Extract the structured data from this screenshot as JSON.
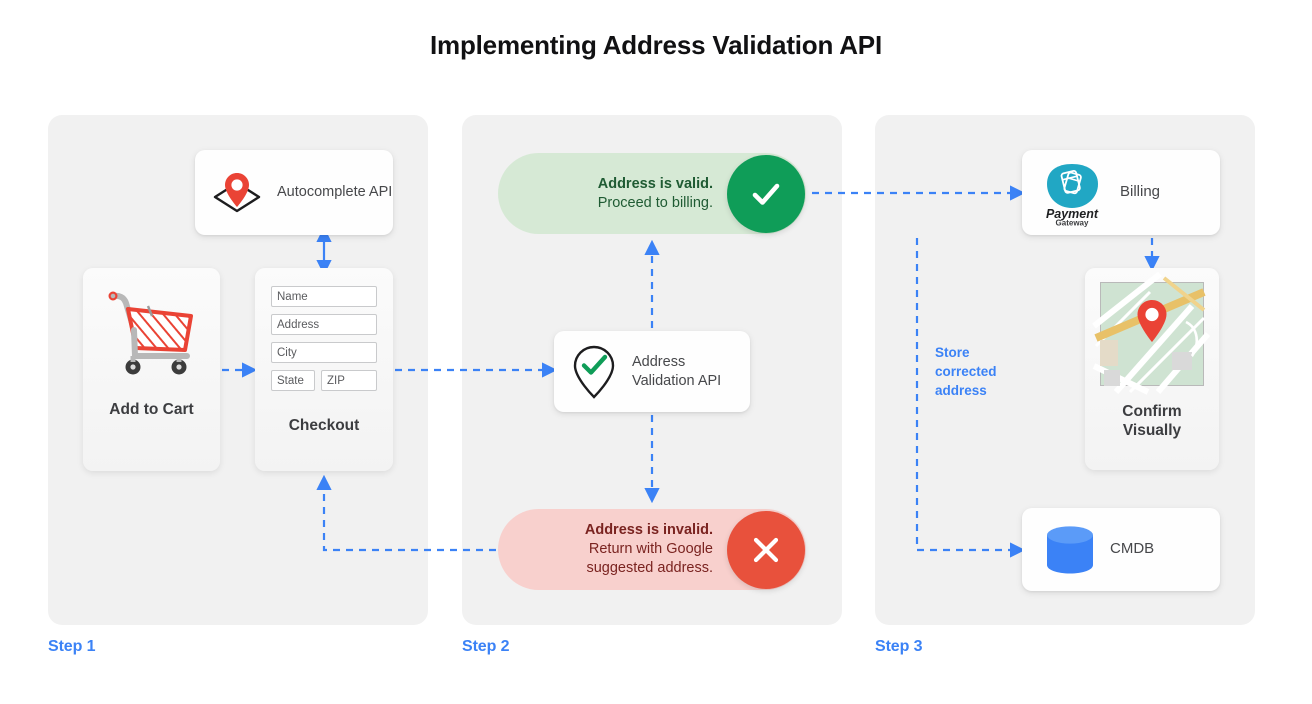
{
  "page": {
    "title": "Implementing Address Validation API",
    "accent_blue": "#3b82f6",
    "panel_bg": "#f1f1f1",
    "valid_green": "#0f9d58",
    "valid_pill_bg": "#d6e9d5",
    "invalid_red": "#e8513c",
    "invalid_pill_bg": "#f8d0cd"
  },
  "steps": [
    {
      "label": "Step 1"
    },
    {
      "label": "Step 2"
    },
    {
      "label": "Step 3"
    }
  ],
  "step1": {
    "autocomplete": {
      "label": "Autocomplete API",
      "icon": "location-pin-diamond-icon"
    },
    "add_to_cart": {
      "label": "Add to Cart",
      "icon": "shopping-cart-icon"
    },
    "checkout": {
      "label": "Checkout",
      "icon": "checkout-form-icon",
      "fields": [
        {
          "name": "name-field",
          "placeholder": "Name"
        },
        {
          "name": "address-field",
          "placeholder": "Address"
        },
        {
          "name": "city-field",
          "placeholder": "City"
        },
        {
          "name": "state-field",
          "placeholder": "State"
        },
        {
          "name": "zip-field",
          "placeholder": "ZIP"
        }
      ]
    }
  },
  "step2": {
    "valid": {
      "title": "Address is valid.",
      "subtitle": "Proceed to billing.",
      "icon": "check-circle-icon"
    },
    "validation_api": {
      "label": "Address Validation API",
      "icon": "pin-check-icon"
    },
    "invalid": {
      "title": "Address is invalid.",
      "subtitle_line1": "Return with Google",
      "subtitle_line2": "suggested address.",
      "icon": "close-circle-icon"
    }
  },
  "step3": {
    "billing": {
      "label": "Billing",
      "logo_primary": "Payment",
      "logo_secondary": "Gateway",
      "icon": "payment-gateway-logo-icon"
    },
    "confirm": {
      "label_line1": "Confirm",
      "label_line2": "Visually",
      "icon": "map-thumbnail-icon"
    },
    "cmdb": {
      "label": "CMDB",
      "icon": "database-cylinder-icon"
    },
    "store_note": {
      "line1": "Store",
      "line2": "corrected",
      "line3": "address"
    }
  }
}
